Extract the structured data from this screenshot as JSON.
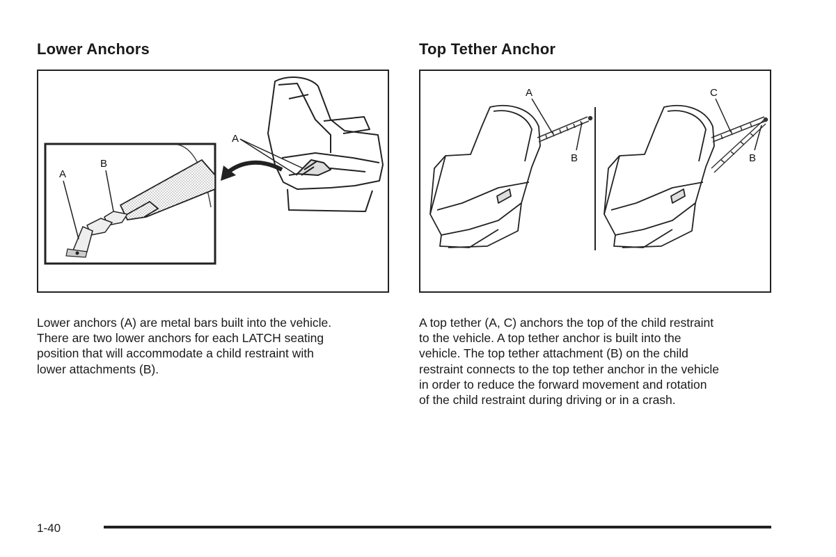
{
  "left": {
    "title": "Lower Anchors",
    "figure": {
      "labels": {
        "a_inset": "A",
        "b_inset": "B",
        "a_seat": "A"
      }
    },
    "paragraph_lines": [
      "Lower anchors (A) are metal bars built into the vehicle.",
      "There are two lower anchors for each LATCH seating",
      "position that will accommodate a child restraint with",
      "lower attachments (B)."
    ]
  },
  "right": {
    "title": "Top Tether Anchor",
    "figure": {
      "labels": {
        "a": "A",
        "b_first": "B",
        "c": "C",
        "b_second": "B"
      }
    },
    "paragraph_lines": [
      "A top tether (A, C) anchors the top of the child restraint",
      "to the vehicle. A top tether anchor is built into the",
      "vehicle. The top tether attachment (B) on the child",
      "restraint connects to the top tether anchor in the vehicle",
      "in order to reduce the forward movement and rotation",
      "of the child restraint during driving or in a crash."
    ]
  },
  "footer": {
    "page_number": "1-40"
  }
}
